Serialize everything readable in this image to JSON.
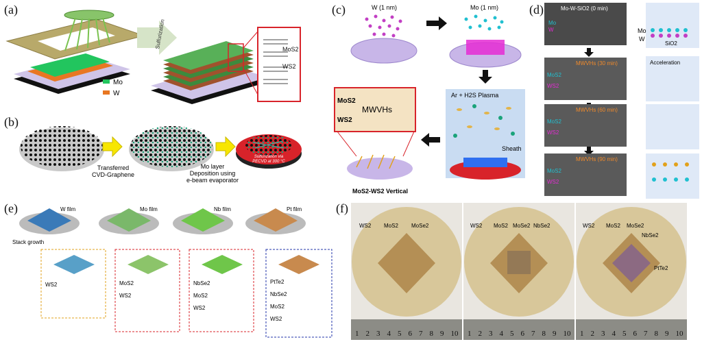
{
  "panels": {
    "a": {
      "label": "(a)",
      "process": "Sulfurization",
      "legend": [
        {
          "name": "Mo",
          "color": "#22c55e"
        },
        {
          "name": "W",
          "color": "#e87722"
        }
      ],
      "inset": [
        "MoS2",
        "WS2"
      ]
    },
    "b": {
      "label": "(b)",
      "step1": [
        "Transferred",
        "CVD-Graphene"
      ],
      "step2": [
        "Mo layer",
        "Deposition using",
        "e-beam evaporator"
      ],
      "badge": [
        "Sulfurization via",
        "PECVD at 300 °C"
      ]
    },
    "c": {
      "label": "(c)",
      "w_label": "W (1 nm)",
      "mo_label": "Mo (1 nm)",
      "plasma": "Ar + H2S Plasma",
      "sheath": "Sheath",
      "result": "MoS2-WS2 Vertical",
      "inset": [
        "MoS2",
        "MWVHs",
        "WS2"
      ]
    },
    "d": {
      "label": "(d)",
      "frames": [
        {
          "title": "Mo-W-SiO2 (0 min)",
          "top": "Mo",
          "bottom": "W"
        },
        {
          "title": "MWVHs (30 min)",
          "top": "MoS2",
          "bottom": "WS2"
        },
        {
          "title": "MWVHs (60 min)",
          "top": "MoS2",
          "bottom": "WS2"
        },
        {
          "title": "MWVHs (90 min)",
          "top": "MoS2",
          "bottom": "WS2"
        }
      ],
      "schematic": {
        "mo": "Mo",
        "w": "W",
        "sio2": "SiO2",
        "accel": "Acceleration"
      }
    },
    "e": {
      "label": "(e)",
      "films": [
        "W film",
        "Mo film",
        "Nb film",
        "Pt film"
      ],
      "stack": "Stack growth",
      "boxes": [
        [
          "WS2"
        ],
        [
          "MoS2",
          "WS2"
        ],
        [
          "NbSe2",
          "MoS2",
          "WS2"
        ],
        [
          "PtTe2",
          "NbSe2",
          "MoS2",
          "WS2"
        ]
      ]
    },
    "f": {
      "label": "(f)",
      "wafers": [
        [
          "WS2",
          "MoS2",
          "MoSe2"
        ],
        [
          "WS2",
          "MoS2",
          "MoSe2",
          "NbSe2"
        ],
        [
          "WS2",
          "MoS2",
          "MoSe2",
          "NbSe2",
          "PtTe2"
        ]
      ],
      "ruler": [
        "1",
        "2",
        "3",
        "4",
        "5",
        "6",
        "7",
        "8",
        "9",
        "10"
      ]
    }
  },
  "colors": {
    "mo_green": "#22c55e",
    "w_orange": "#e87722",
    "inset_red": "#d8232a",
    "mo_dot": "#20c0d0",
    "w_dot": "#c23fc4",
    "wafer_beige": "#d8c79a"
  }
}
